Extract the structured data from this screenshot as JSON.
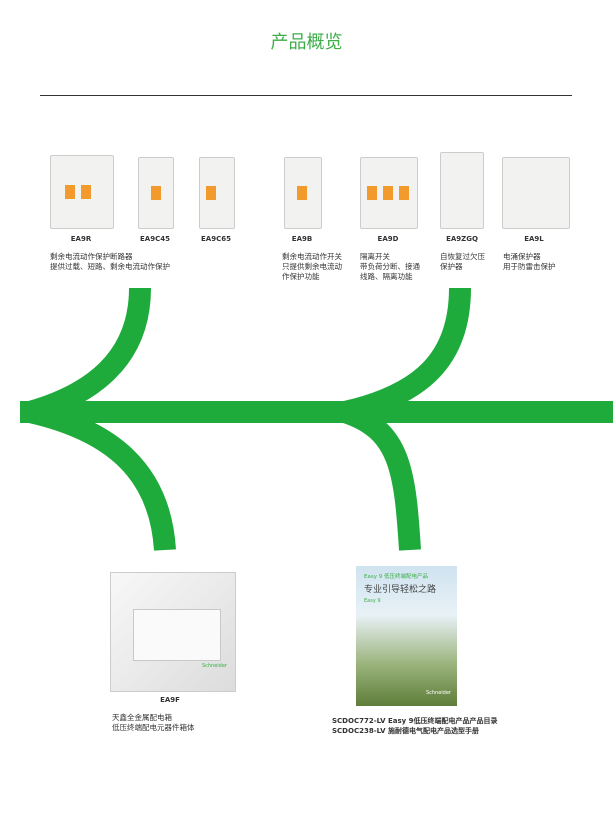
{
  "title": "产品概览",
  "colors": {
    "accent": "#3dae49",
    "arrow": "#1fab3c"
  },
  "products": [
    {
      "model": "EA9R"
    },
    {
      "model": "EA9C45"
    },
    {
      "model": "EA9C65"
    },
    {
      "model": "EA9B"
    },
    {
      "model": "EA9D"
    },
    {
      "model": "EA9ZGQ"
    },
    {
      "model": "EA9L"
    }
  ],
  "descriptions": {
    "ea9r": [
      "剩余电流动作保护断路器",
      "提供过载、短路、剩余电流动作保护"
    ],
    "ea9b": [
      "剩余电流动作开关",
      "只提供剩余电流动",
      "作保护功能"
    ],
    "ea9d": [
      "隔离开关",
      "带负荷分断、接通",
      "线路、隔离功能"
    ],
    "ea9zgq": [
      "自恢复过欠压",
      "保护器"
    ],
    "ea9l": [
      "电涌保护器",
      "用于防雷击保护"
    ]
  },
  "enclosure": {
    "model": "EA9F",
    "lines": [
      "天鑫全金属配电箱",
      "低压终端配电元器件箱体"
    ],
    "brand": "Schneider"
  },
  "catalog": {
    "cover_line1": "Easy 9 低压终端配电产品",
    "cover_title": "专业引导轻松之路",
    "cover_small": "Easy 9",
    "brand": "Schneider",
    "lines": [
      "SCDOC772-LV  Easy 9低压终端配电产品产品目录",
      "SCDOC238-LV 施耐德电气配电产品选型手册"
    ]
  }
}
